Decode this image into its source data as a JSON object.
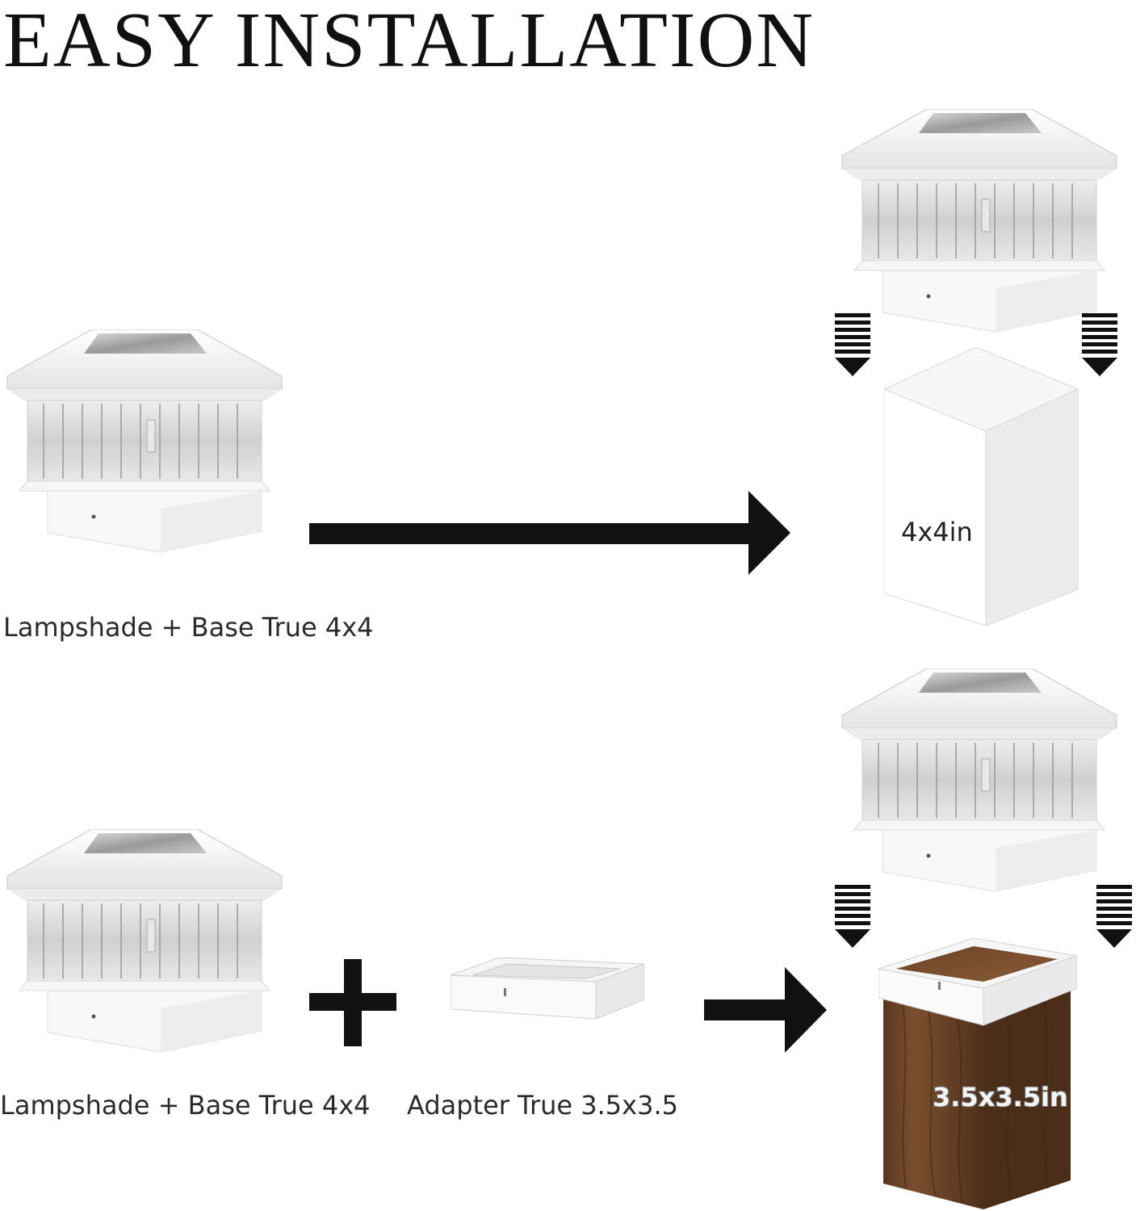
{
  "header": {
    "title": "EASY INSTALLATION"
  },
  "row1": {
    "caption": "Lampshade + Base True 4x4",
    "post_label": "4x4in"
  },
  "row2": {
    "caption_lamp": "Lampshade + Base True 4x4",
    "caption_adapter": "Adapter True 3.5x3.5",
    "post_label": "3.5x3.5in"
  },
  "icons": [
    "lamp-image",
    "right-arrow-icon",
    "down-arrow-icon",
    "plus-icon",
    "adapter-image",
    "post-image"
  ],
  "colors": {
    "text": "#111111",
    "lamp": "#f5f5f5",
    "wood": "#6b4428"
  }
}
